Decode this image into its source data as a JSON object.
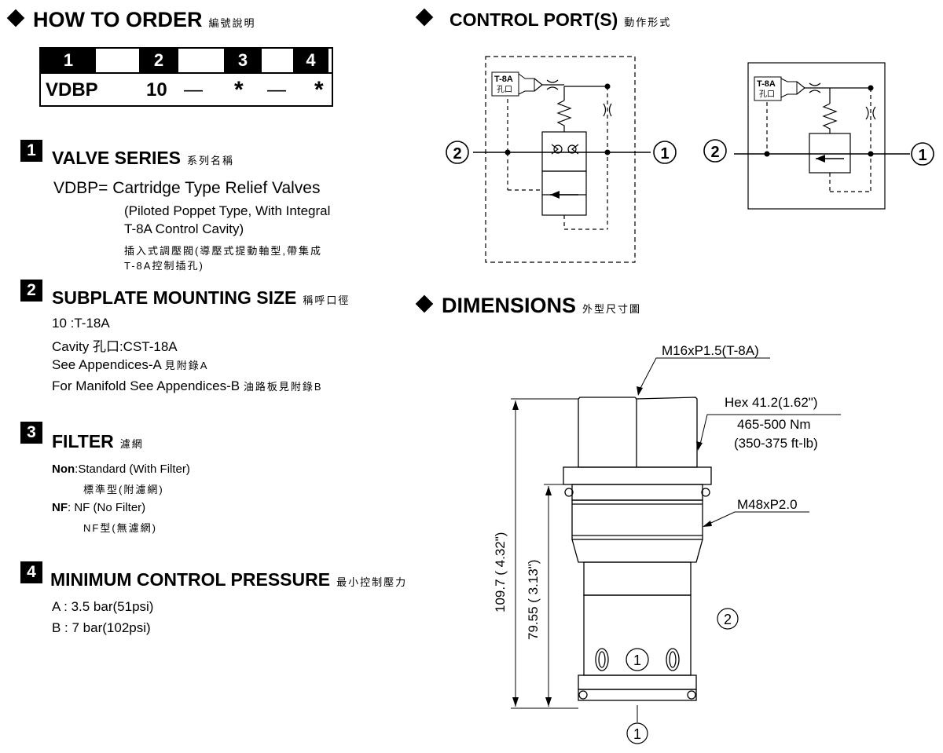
{
  "how_to_order": {
    "title": "HOW TO  ORDER",
    "title_cjk": "編號說明",
    "columns": [
      "1",
      "2",
      "3",
      "4"
    ],
    "code": {
      "model": "VDBP",
      "size": "10",
      "dash1": "—",
      "filter": "*",
      "dash2": "—",
      "pressure": "*"
    }
  },
  "sections": {
    "s1": {
      "num": "1",
      "title": "VALVE SERIES",
      "title_cjk": "系列名稱",
      "line1": "VDBP= Cartridge Type Relief Valves",
      "line2": "(Piloted Poppet Type, With Integral",
      "line3": "T-8A Control Cavity)",
      "cjk1": "插入式調壓閥(導壓式提動軸型,帶集成",
      "cjk2": "T-8A控制插孔)"
    },
    "s2": {
      "num": "2",
      "title": "SUBPLATE MOUNTING SIZE",
      "title_cjk": "稱呼口徑",
      "line1": "10 :T-18A",
      "line2": "Cavity 孔口:CST-18A",
      "line3_en": "See Appendices-A",
      "line3_cjk": "見附錄A",
      "line4_en": "For Manifold See Appendices-B",
      "line4_cjk": "油路板見附錄B"
    },
    "s3": {
      "num": "3",
      "title": "FILTER",
      "title_cjk": "濾網",
      "non_label": "Non",
      "non_text": ":Standard (With  Filter)",
      "non_cjk": "標準型(附濾網)",
      "nf_label": "NF",
      "nf_text": ":  NF (No Filter)",
      "nf_cjk": "NF型(無濾網)"
    },
    "s4": {
      "num": "4",
      "title": "MINIMUM CONTROL PRESSURE",
      "title_cjk": "最小控制壓力",
      "line1": "A : 3.5 bar(51psi)",
      "line2": "B : 7 bar(102psi)"
    }
  },
  "control_ports": {
    "title": "CONTROL PORT(S)",
    "title_cjk": "動作形式",
    "diagram_a": {
      "port_label": "T-8A",
      "port_cjk": "孔口",
      "left_port": "2",
      "right_port": "1"
    },
    "diagram_b": {
      "port_label": "T-8A",
      "port_cjk": "孔口",
      "left_port": "2",
      "right_port": "1"
    }
  },
  "dimensions": {
    "title": "DIMENSIONS",
    "title_cjk": "外型尺寸圖",
    "thread_top": "M16xP1.5(T-8A)",
    "hex": "Hex 41.2(1.62\")",
    "torque_nm": "465-500 Nm",
    "torque_ftlb": "(350-375 ft-lb)",
    "thread_main": "M48xP2.0",
    "overall_length": "109.7  (  4.32\")",
    "body_length": "79.55 ( 3.13\")",
    "port2": "2",
    "port1": "1"
  },
  "colors": {
    "ink": "#000000",
    "paper": "#ffffff"
  }
}
